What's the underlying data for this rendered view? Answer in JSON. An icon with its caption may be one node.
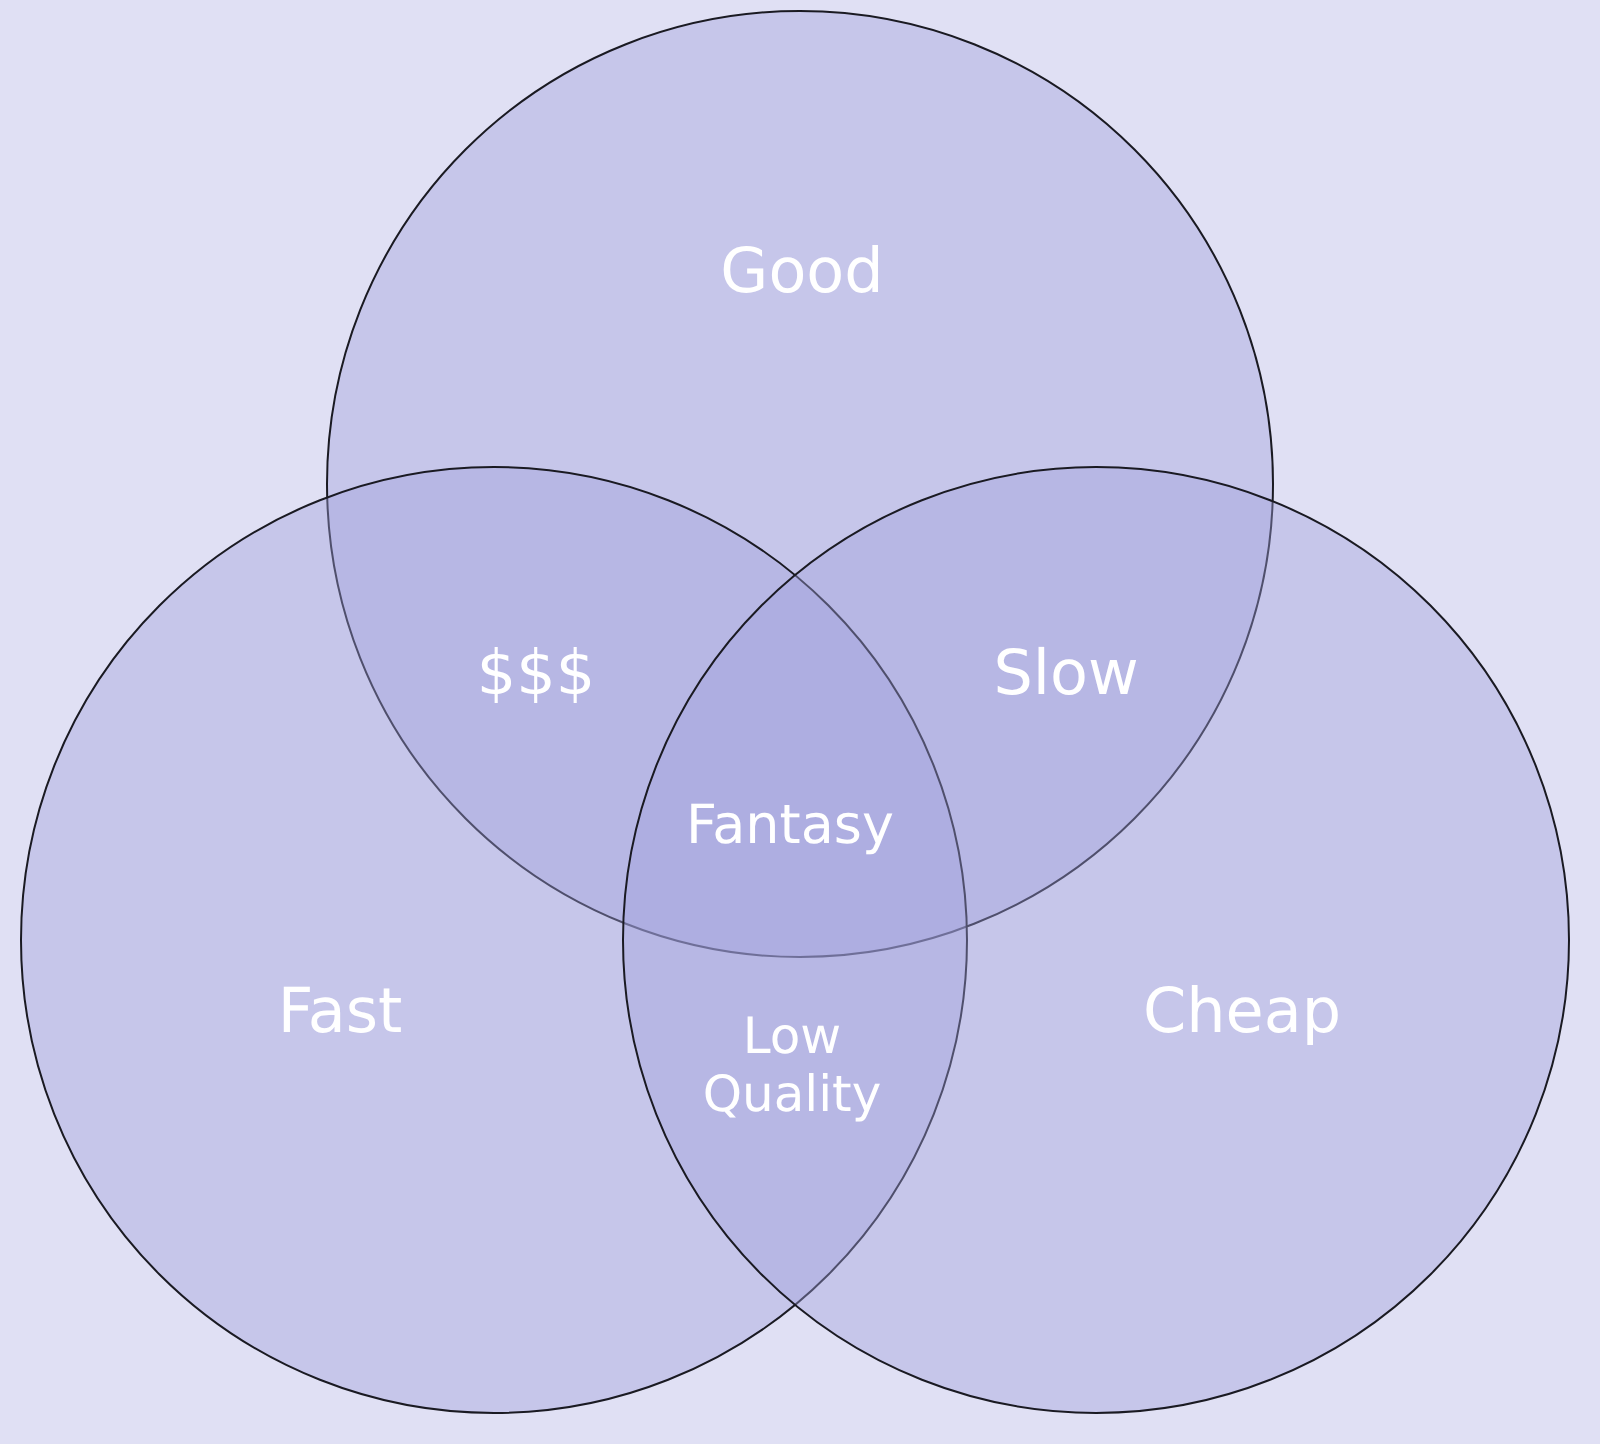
{
  "diagram": {
    "nodes": [
      {
        "text": [
          "Good"
        ]
      },
      {
        "text": [
          "Fast"
        ]
      },
      {
        "text": [
          "Cheap"
        ]
      }
    ],
    "labels": [
      "$$$",
      "Slow",
      "Fantasy",
      "Low Quality"
    ]
  }
}
